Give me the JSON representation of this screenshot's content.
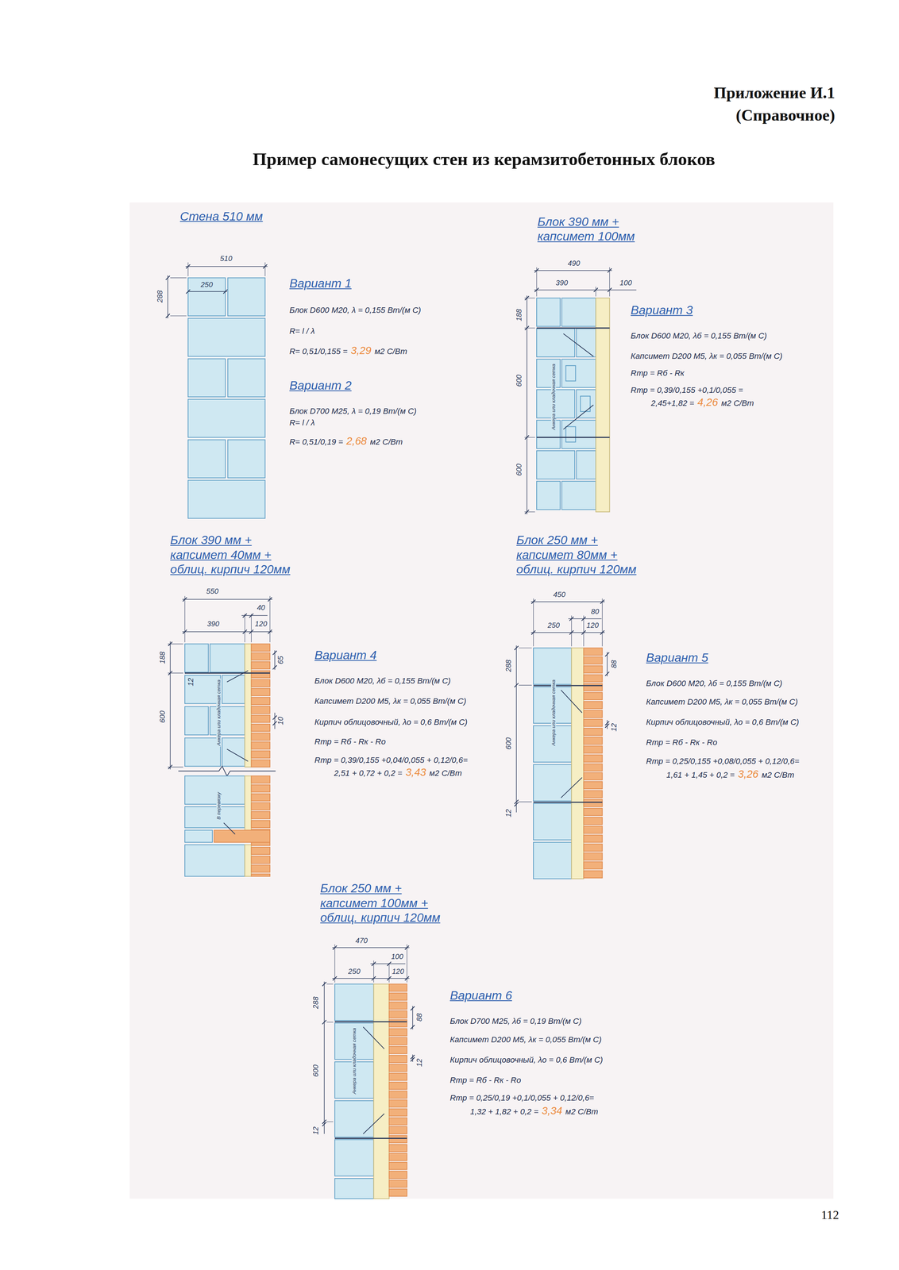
{
  "diagram": {
    "title": "Пример самонесущих стен из керамзитобетонных блоков",
    "labels": [
      "Приложение И.1",
      "(Справочное)",
      "Стена 510 мм",
      "510",
      "250",
      "288",
      "Вариант 1",
      "Блок D600 M20, λ = 0,155 Вт/(м С)",
      "R= l / λ",
      "R= 0,51/0,155 =",
      "3,29",
      "м2 С/Вт",
      "Вариант 2",
      "Блок D700 M25, λ = 0,19 Вт/(м С)",
      "R= l / λ",
      "R= 0,51/0,19 =",
      "2,68",
      "м2 С/Вт",
      "Блок 390 мм + капсимет 100мм",
      "490",
      "390",
      "100",
      "188",
      "600",
      "600",
      "Анкера или кладочная сетка",
      "Вариант 3",
      "Блок D600 M20, λб = 0,155 Вт/(м С)",
      "Капсимет D200 M5, λк = 0,055 Вт/(м С)",
      "Rтр = Rб - Rк",
      "Rтр = 0,39/0,155 +0,1/0,055 =",
      "2,45+1,82 =",
      "4,26",
      "м2 С/Вт",
      "Блок 390 мм + капсимет 40мм + облиц. кирпич 120мм",
      "550",
      "40",
      "390",
      "120",
      "188",
      "12",
      "600",
      "65",
      "10",
      "Анкера или кладочная сетка",
      "В перевязку",
      "Вариант 4",
      "Блок D600 M20, λб = 0,155 Вт/(м С)",
      "Капсимет D200 M5, λк = 0,055 Вт/(м С)",
      "Кирпич облицовочный, λо = 0,6 Вт/(м С)",
      "Rтр = Rб - Rк - Rо",
      "Rтр = 0,39/0,155 +0,04/0,055 + 0,12/0,6=",
      "2,51 + 0,72 + 0,2 =",
      "3,43",
      "м2 С/Вт",
      "Блок 250 мм + капсимет 80мм + облиц. кирпич 120мм",
      "450",
      "80",
      "250",
      "120",
      "288",
      "600",
      "12",
      "88",
      "12",
      "Анкера или кладочная сетка",
      "Вариант 5",
      "Блок D600 M20, λб = 0,155 Вт/(м С)",
      "Капсимет D200 M5, λк = 0,055 Вт/(м С)",
      "Кирпич облицовочный, λо = 0,6 Вт/(м С)",
      "Rтр = Rб - Rк - Rо",
      "Rтр = 0,25/0,155 +0,08/0,055 + 0,12/0,6=",
      "1,61 + 1,45 + 0,2 =",
      "3,26",
      "м2 С/Вт",
      "Блок 250 мм + капсимет 100мм + облиц. кирпич 120мм",
      "470",
      "100",
      "250",
      "120",
      "288",
      "600",
      "12",
      "88",
      "12",
      "Анкера или кладочная сетка",
      "Вариант 6",
      "Блок D700 M25, λб = 0,19 Вт/(м С)",
      "Капсимет D200 M5, λк = 0,055 Вт/(м С)",
      "Кирпич облицовочный, λо = 0,6 Вт/(м С)",
      "Rтр = Rб - Rк - Rо",
      "Rтр = 0,25/0,19 +0,1/0,055 + 0,12/0,6=",
      "1,32 + 1,82 + 0,2 =",
      "3,34",
      "м2 С/Вт",
      "112"
    ]
  }
}
